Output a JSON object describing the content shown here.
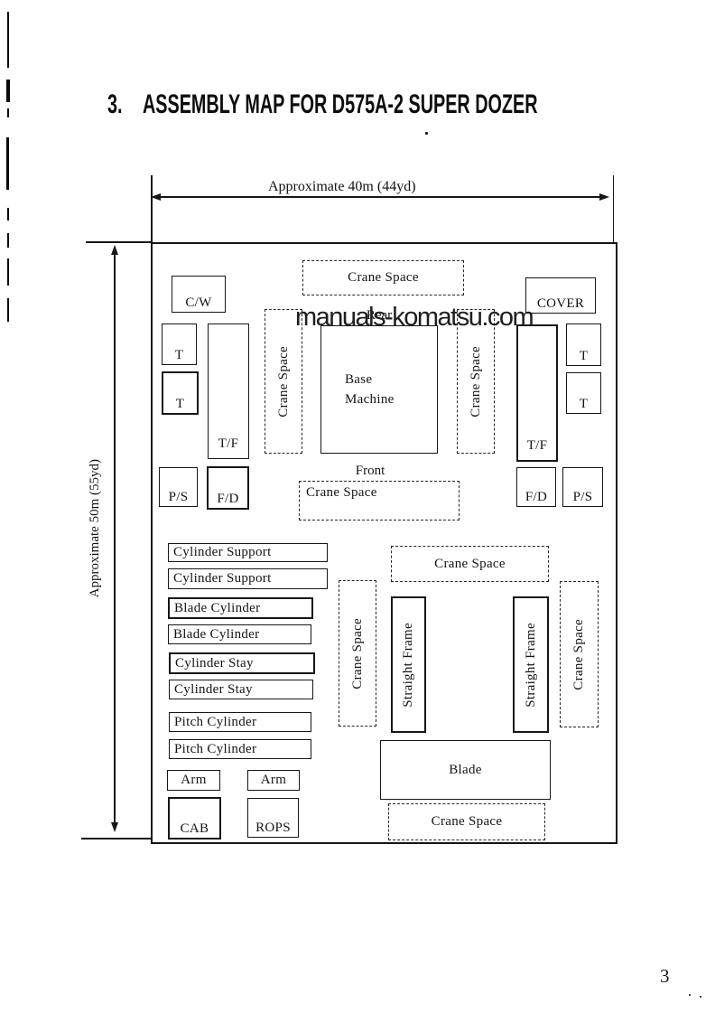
{
  "page": {
    "heading_number": "3.",
    "heading_title": "ASSEMBLY MAP FOR D575A-2 SUPER DOZER",
    "page_number": "3",
    "watermark": "manuals-komatsu.com"
  },
  "diagram": {
    "dimensions": {
      "horizontal": "Approximate 40m (44yd)",
      "vertical": "Approximate 50m (55yd)"
    },
    "orientation": {
      "rear": "Rear",
      "front": "Front"
    },
    "labels": {
      "crane_space": "Crane Space",
      "cw": "C/W",
      "cover": "COVER",
      "t": "T",
      "tf": "T/F",
      "ps": "P/S",
      "fd": "F/D",
      "base_machine": "Base Machine",
      "cylinder_support": "Cylinder Support",
      "blade_cylinder": "Blade Cylinder",
      "cylinder_stay": "Cylinder Stay",
      "pitch_cylinder": "Pitch Cylinder",
      "arm": "Arm",
      "cab": "CAB",
      "rops": "ROPS",
      "straight_frame": "Straight Frame",
      "blade": "Blade"
    }
  }
}
